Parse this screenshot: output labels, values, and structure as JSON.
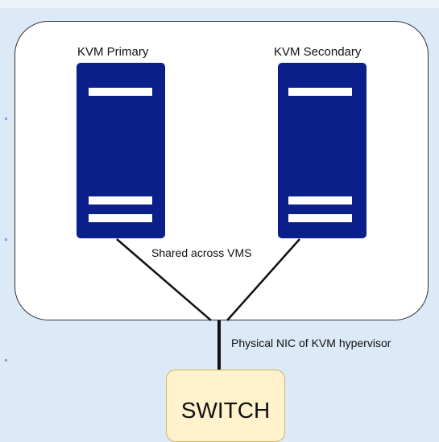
{
  "diagram": {
    "servers": [
      {
        "label": "KVM Primary"
      },
      {
        "label": "KVM Secondary"
      }
    ],
    "shared_label": "Shared across VMS",
    "nic_label": "Physical NIC of KVM hypervisor",
    "switch_label": "SWITCH"
  },
  "colors": {
    "server": "#0b1f8a",
    "switch_fill": "#fff2cc",
    "switch_border": "#d6b656",
    "background": "#dce9f7"
  }
}
